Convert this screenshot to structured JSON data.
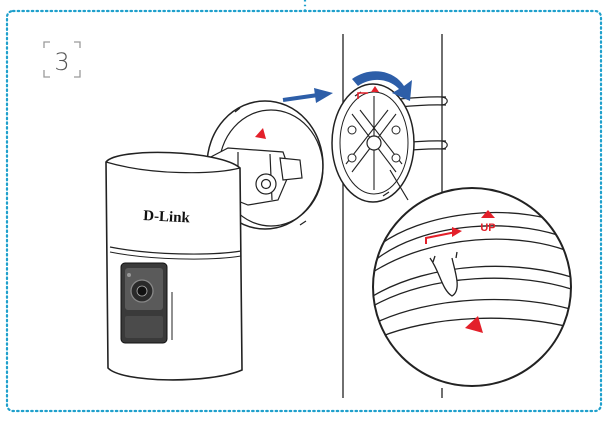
{
  "step": {
    "number": "3"
  },
  "camera": {
    "brand_label": "D-Link"
  },
  "zoom_detail": {
    "up_label": "UP"
  },
  "colors": {
    "frame_dotted": "#1fa0cc",
    "arrow_blue": "#2d5ea8",
    "marker_red": "#e3202a",
    "line_art": "#222222",
    "bracket_gray": "#9a9a9a"
  }
}
